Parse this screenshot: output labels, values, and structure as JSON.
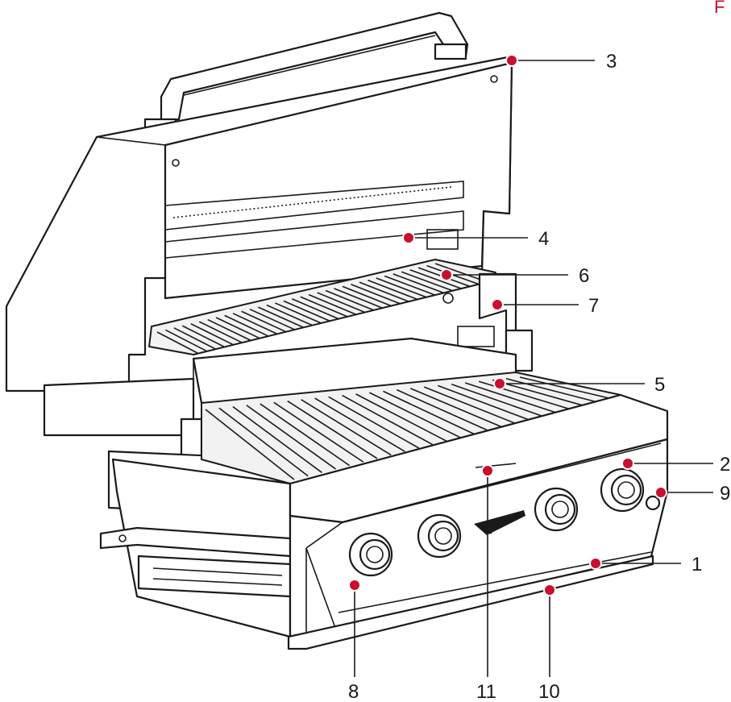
{
  "figure": {
    "corner_mark": "F",
    "colors": {
      "callout_dot": "#c8102e",
      "line": "#1a1a1a",
      "corner_mark": "#c8102e"
    }
  },
  "callouts": [
    {
      "id": "c1",
      "label": "1"
    },
    {
      "id": "c2",
      "label": "2"
    },
    {
      "id": "c3",
      "label": "3"
    },
    {
      "id": "c4",
      "label": "4"
    },
    {
      "id": "c5",
      "label": "5"
    },
    {
      "id": "c6",
      "label": "6"
    },
    {
      "id": "c7",
      "label": "7"
    },
    {
      "id": "c8",
      "label": "8"
    },
    {
      "id": "c9",
      "label": "9"
    },
    {
      "id": "c10",
      "label": "10"
    },
    {
      "id": "c11",
      "label": "11"
    }
  ]
}
